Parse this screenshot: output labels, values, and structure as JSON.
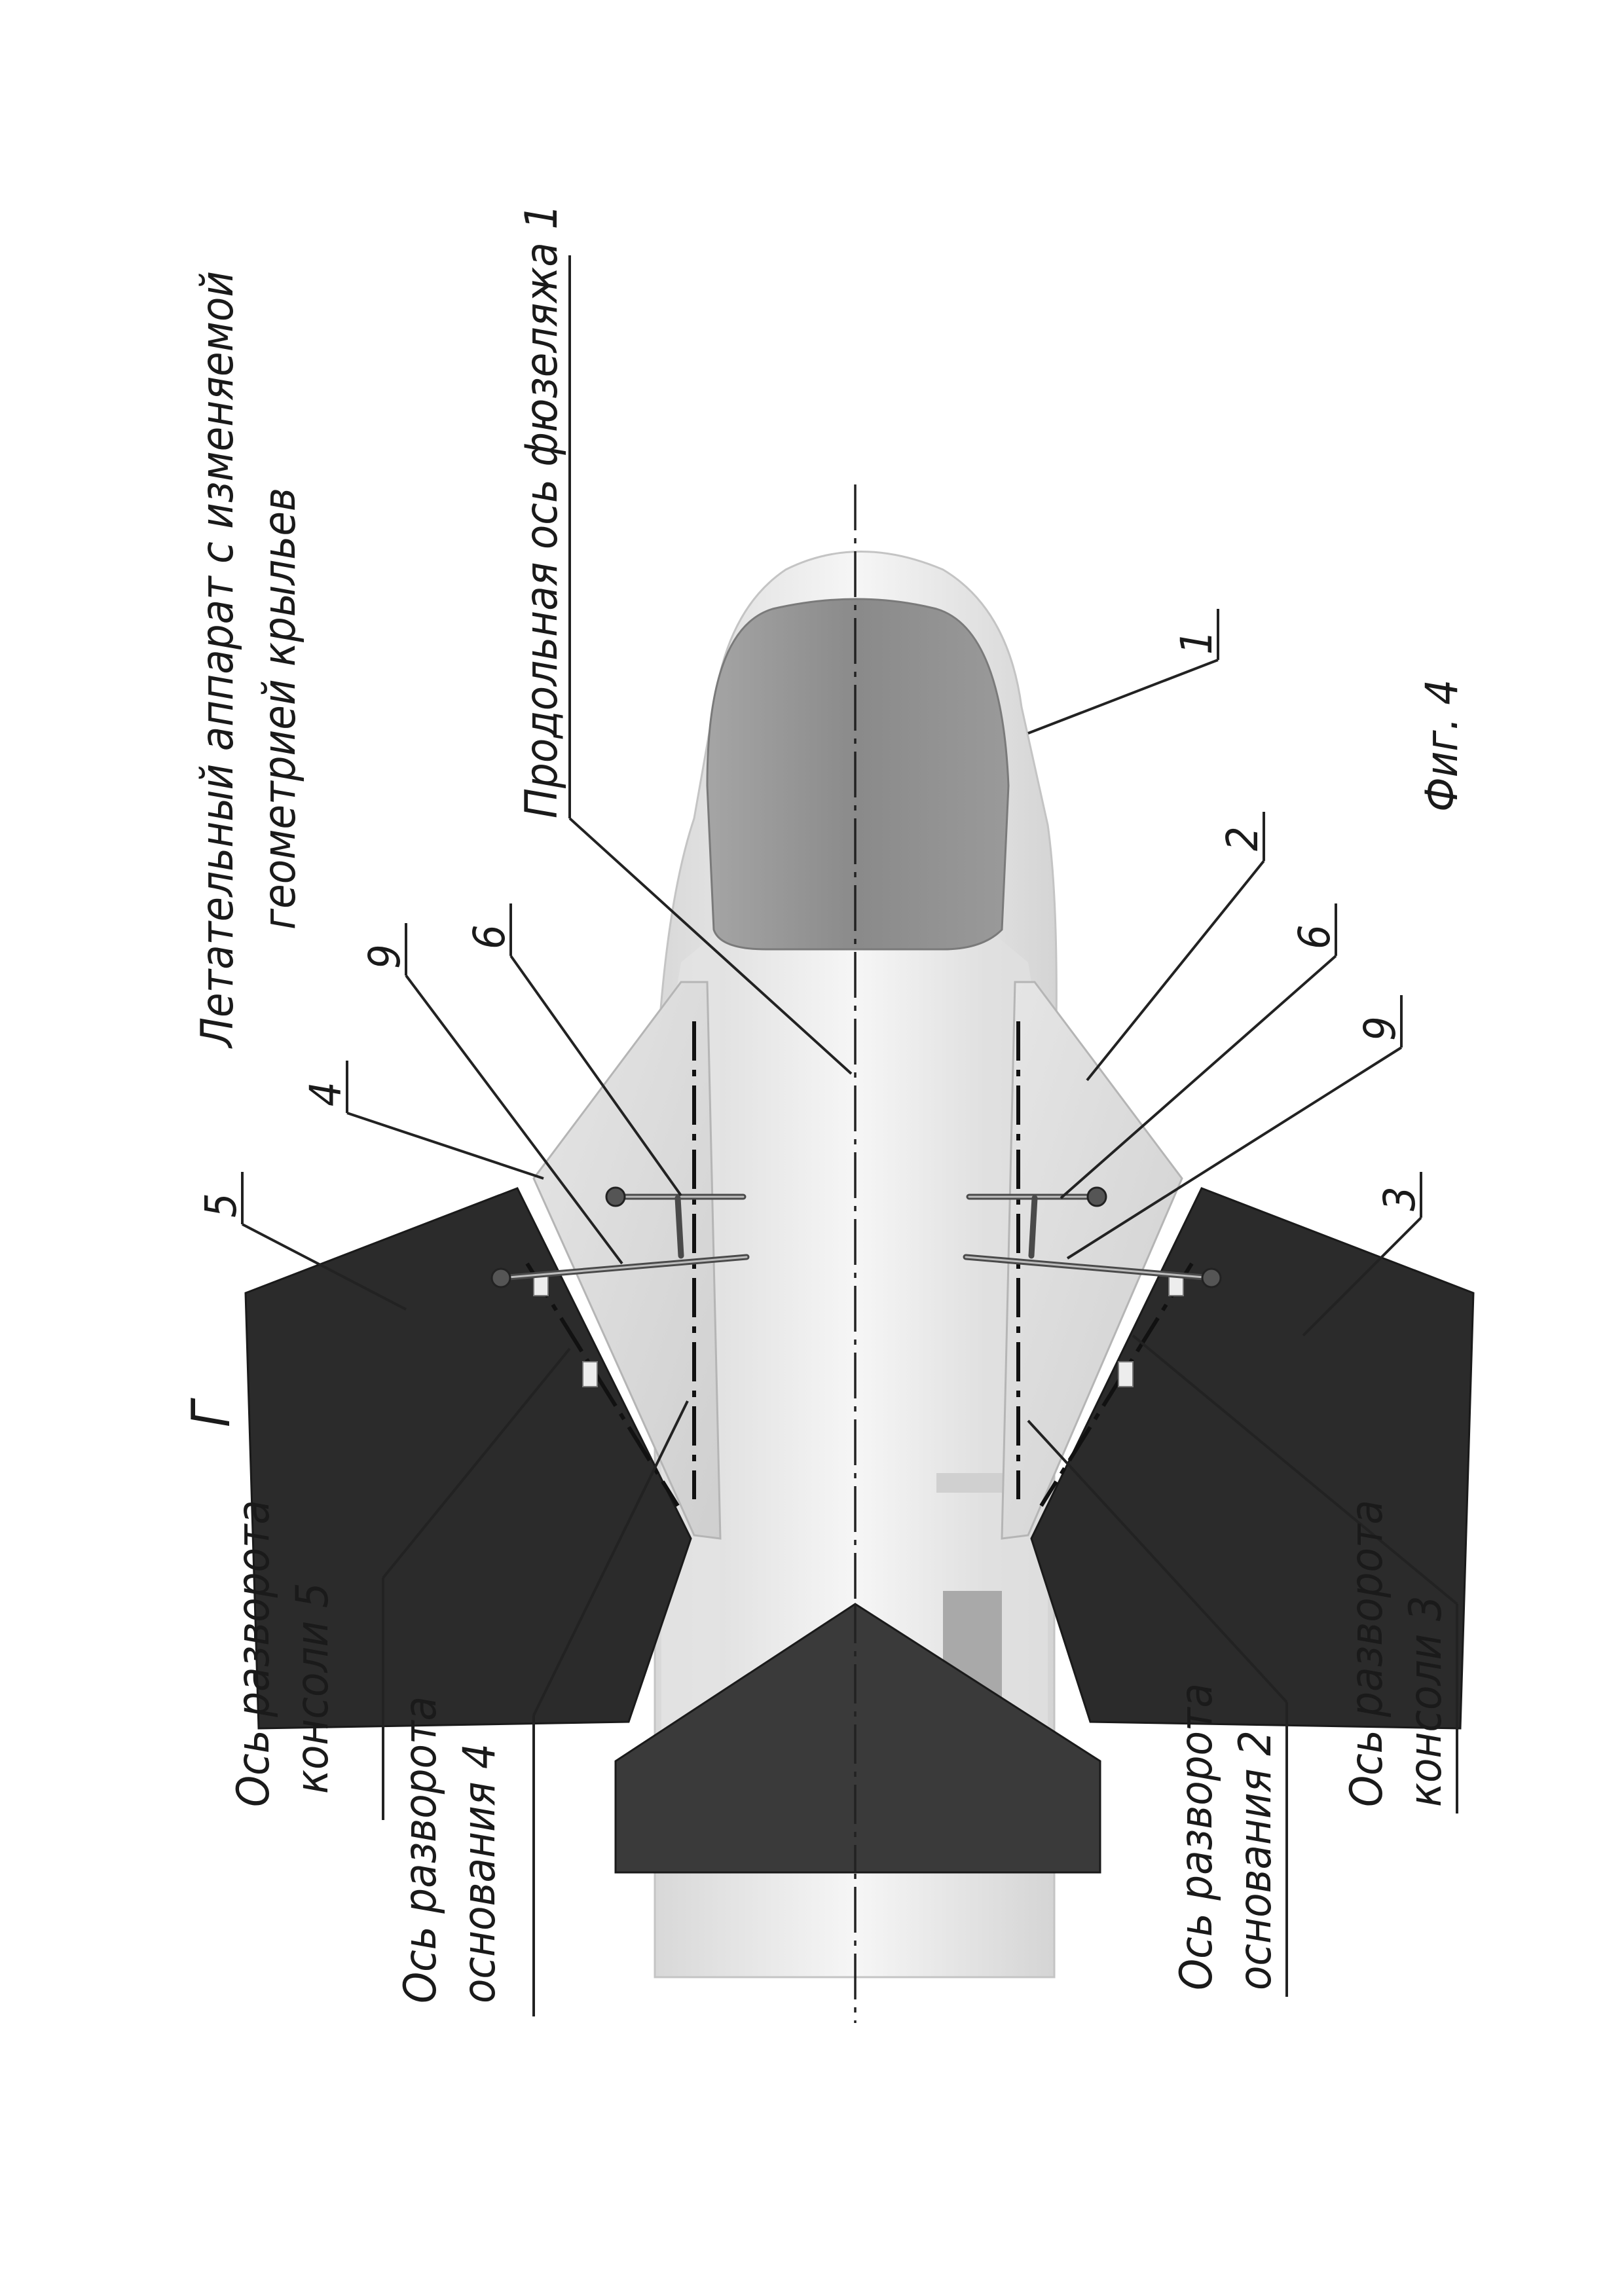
{
  "figure": {
    "title_line1": "Летательный аппарат с изменяемой",
    "title_line2": "геометрией крыльев",
    "fuselage_axis_label": "Продольная ось фюзеляжа 1",
    "caption": "Фиг. 4",
    "corner_mark": "Г"
  },
  "callouts": {
    "n1": "1",
    "n2": "2",
    "n3": "3",
    "n4": "4",
    "n5": "5",
    "n6_left": "6",
    "n6_right": "6",
    "n9_left": "9",
    "n9_right": "9"
  },
  "axis_labels": {
    "console5_line1": "Ось разворота",
    "console5_line2": "консоли 5",
    "base4_line1": "Ось разворота",
    "base4_line2": "основания 4",
    "base2_line1": "Ось разворота",
    "base2_line2": "основания 2",
    "console3_line1": "Ось разворота",
    "console3_line2": "консоли 3"
  },
  "colors": {
    "fuselage": "#efefef",
    "fuselage_shade": "#d9d9d9",
    "canopy": "#8f8f8f",
    "base_panel": "#dcdcdc",
    "console_panel": "#2b2b2b",
    "tail": "#3a3a3a"
  }
}
